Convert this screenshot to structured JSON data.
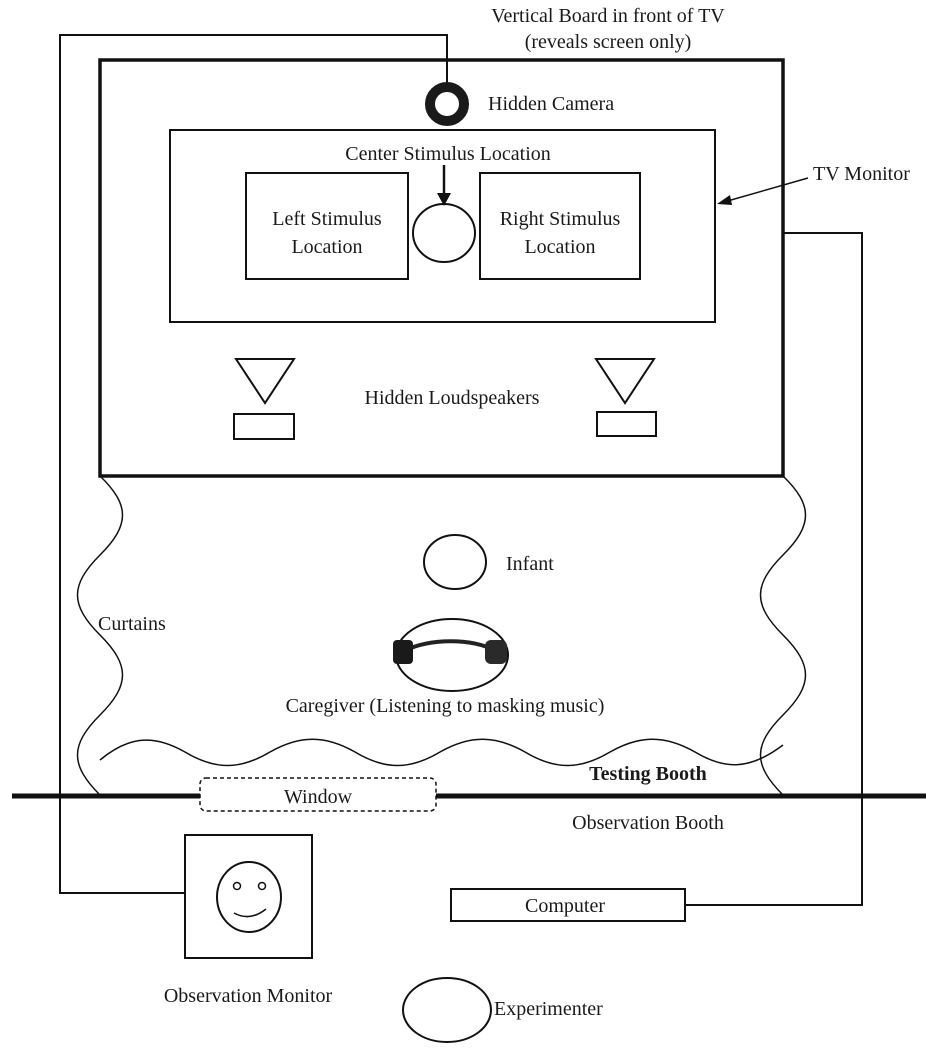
{
  "labels": {
    "board_line1": "Vertical Board in front of TV",
    "board_line2": "(reveals screen only)",
    "hidden_camera": "Hidden Camera",
    "center_stimulus": "Center Stimulus Location",
    "tv_monitor": "TV Monitor",
    "left_stimulus_line1": "Left Stimulus",
    "left_stimulus_line2": "Location",
    "right_stimulus_line1": "Right Stimulus",
    "right_stimulus_line2": "Location",
    "hidden_loudspeakers": "Hidden Loudspeakers",
    "infant": "Infant",
    "curtains": "Curtains",
    "caregiver": "Caregiver (Listening to masking music)",
    "testing_booth": "Testing Booth",
    "window": "Window",
    "observation_booth": "Observation Booth",
    "computer": "Computer",
    "observation_monitor": "Observation Monitor",
    "experimenter": "Experimenter"
  }
}
